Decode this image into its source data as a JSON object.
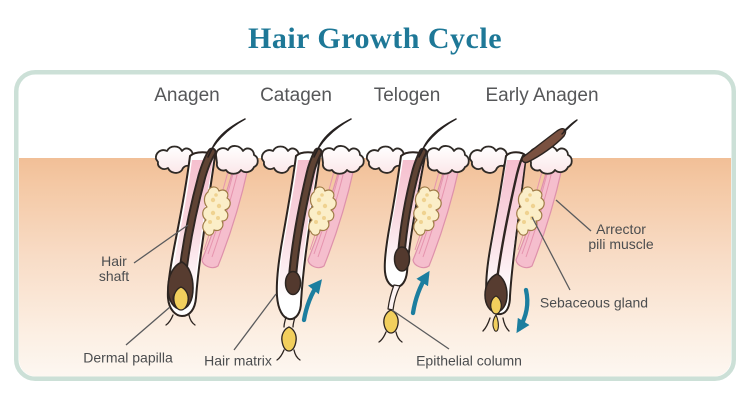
{
  "page": {
    "title": "Hair Growth Cycle"
  },
  "stages": [
    {
      "label": "Anagen"
    },
    {
      "label": "Catagen"
    },
    {
      "label": "Telogen"
    },
    {
      "label": "Early Anagen"
    }
  ],
  "annotations": {
    "hair_shaft": {
      "line1": "Hair",
      "line2": "shaft"
    },
    "dermal_papilla": {
      "text": "Dermal papilla"
    },
    "hair_matrix": {
      "text": "Hair matrix"
    },
    "epithelial_column": {
      "text": "Epithelial column"
    },
    "arrector_pili": {
      "line1": "Arrector",
      "line2": "pili muscle"
    },
    "sebaceous_gland": {
      "text": "Sebaceous gland"
    }
  },
  "icons": [
    {
      "name": "up-arrow-catagen"
    },
    {
      "name": "up-arrow-telogen"
    },
    {
      "name": "down-arrow-early-anagen"
    }
  ],
  "colors": {
    "title": "#1e7897",
    "card_border": "#cce0d7",
    "arrow": "#1c7e9f",
    "stage_text": "#565759",
    "label_text": "#4b4d4f",
    "line": "#5a5b5d",
    "skin_top": "#f2c29b",
    "skin_bottom": "#fdf6f0",
    "muscle_pink": "#f5becd",
    "gland_cream": "#fbeec8",
    "papilla_yellow": "#f2cf5d",
    "hair_brown": "#5f4334"
  }
}
